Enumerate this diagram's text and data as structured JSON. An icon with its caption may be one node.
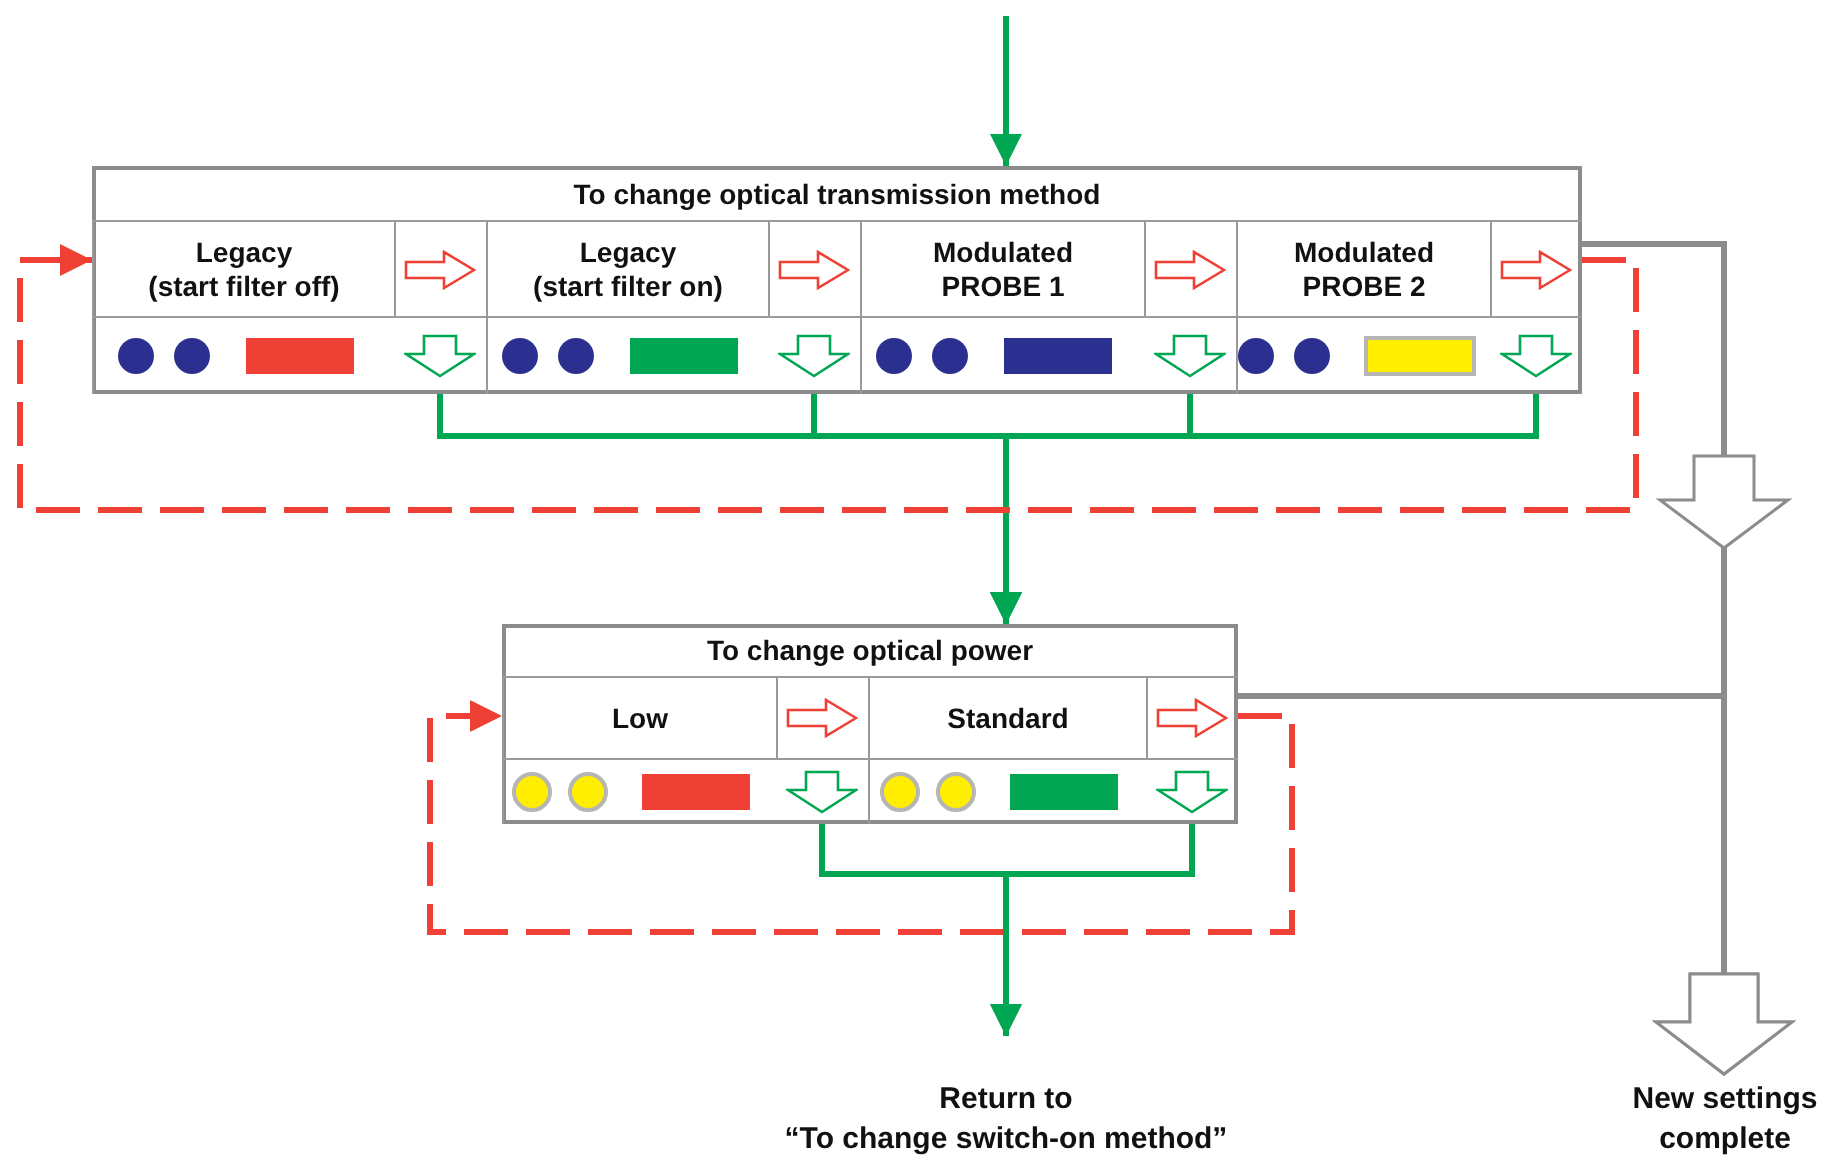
{
  "diagram": {
    "nodes": [
      {
        "text": [
          "To change optical transmission method"
        ]
      },
      {
        "text": [
          "Legacy",
          "(start filter off)"
        ],
        "in": 0
      },
      {
        "text": [
          "Legacy",
          "(start filter on)"
        ],
        "in": 0
      },
      {
        "text": [
          "Modulated PROBE 1"
        ],
        "in": 0
      },
      {
        "text": [
          "Modulated PROBE 2"
        ],
        "in": 0
      },
      {
        "text": [
          "To change optical power"
        ]
      },
      {
        "text": [
          "Low"
        ],
        "in": 5
      },
      {
        "text": [
          "Standard"
        ],
        "in": 5
      },
      {
        "text": [
          "Return to",
          "“To change switch-on method”"
        ]
      },
      {
        "text": [
          "New settings complete"
        ]
      }
    ],
    "edges": [
      {
        "from": null,
        "to": 0,
        "arrow": "to"
      },
      {
        "from": 1,
        "to": 5,
        "arrow": "to"
      },
      {
        "from": 2,
        "to": 5,
        "arrow": "to"
      },
      {
        "from": 3,
        "to": 5,
        "arrow": "to"
      },
      {
        "from": 4,
        "to": 5,
        "arrow": "to"
      },
      {
        "from": 4,
        "to": 1,
        "arrow": "to",
        "style": "dashed",
        "color": "#ee4035"
      },
      {
        "from": 4,
        "to": 9,
        "arrow": "to",
        "color": "#8c8c8c"
      },
      {
        "from": 7,
        "to": 9,
        "arrow": "to",
        "color": "#8c8c8c"
      },
      {
        "from": 7,
        "to": 6,
        "arrow": "to",
        "style": "dashed",
        "color": "#ee4035"
      },
      {
        "from": 6,
        "to": 8,
        "arrow": "to"
      },
      {
        "from": 7,
        "to": 8,
        "arrow": "to"
      }
    ]
  }
}
